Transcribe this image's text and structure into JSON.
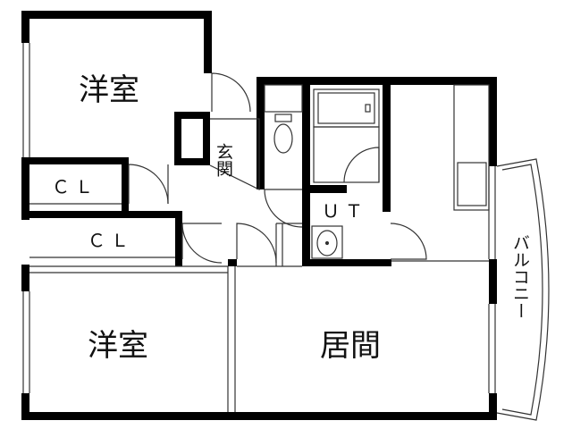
{
  "rooms": {
    "western_room_top": "洋室",
    "western_room_bottom": "洋室",
    "living": "居間",
    "entrance": "玄関",
    "closet_top": "ＣＬ",
    "closet_bottom": "ＣＬ",
    "utility": "ＵＴ",
    "balcony": "バルコニー"
  },
  "colors": {
    "wall": "#000000",
    "line": "#333333",
    "background": "#ffffff"
  }
}
